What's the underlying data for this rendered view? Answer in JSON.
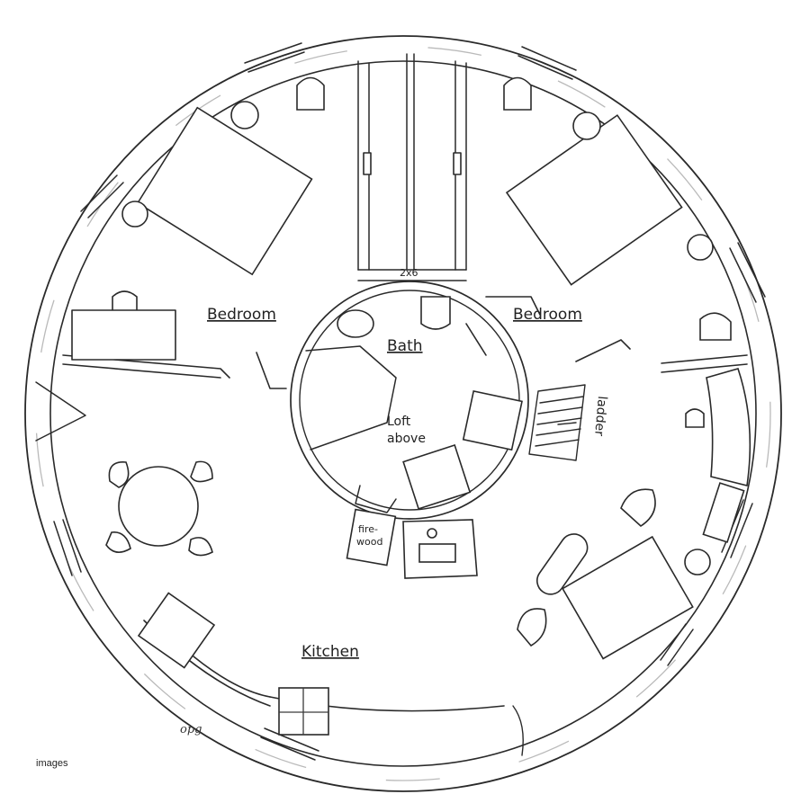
{
  "rooms": {
    "bedroom_left": "Bedroom",
    "bedroom_right": "Bedroom",
    "bath": "Bath",
    "loft_line1": "Loft",
    "loft_line2": "above",
    "kitchen": "Kitchen",
    "ladder": "ladder",
    "firewood_line1": "fire-",
    "firewood_line2": "wood",
    "dimension": "2x6"
  },
  "signature": "opg",
  "watermark": "images"
}
